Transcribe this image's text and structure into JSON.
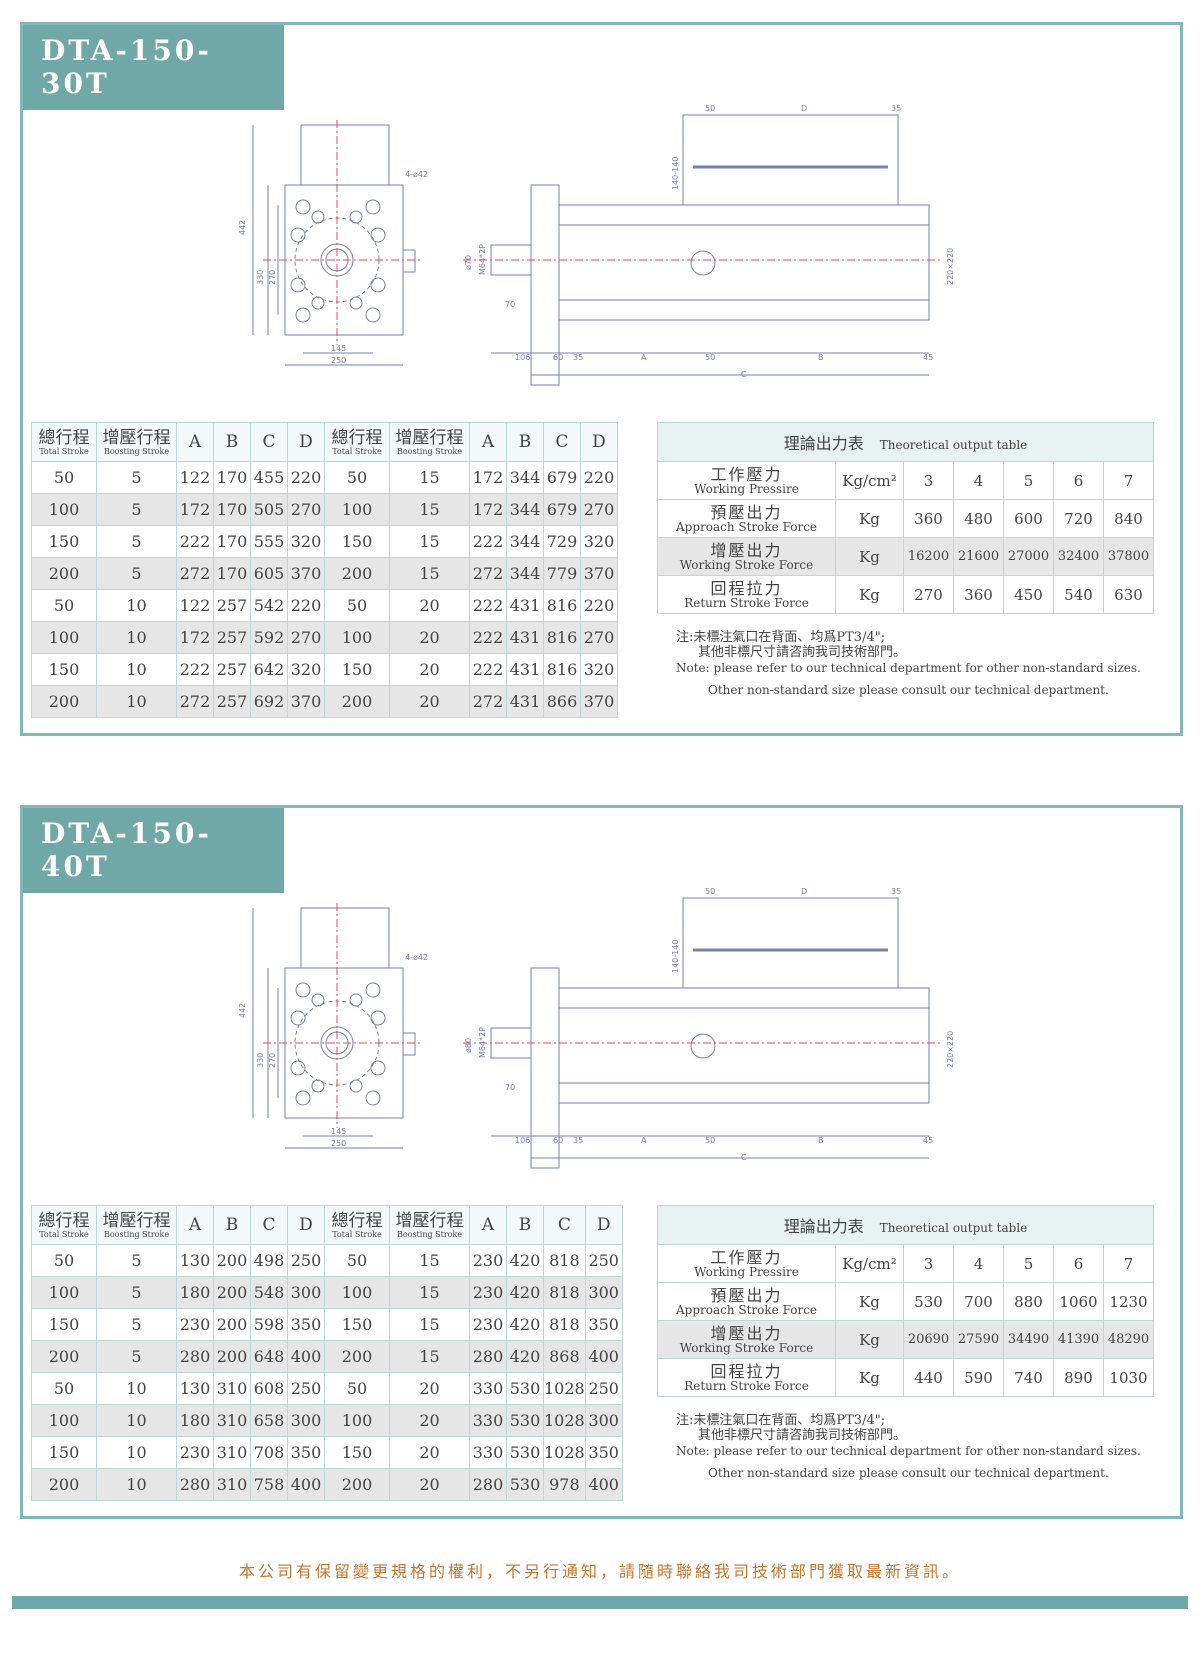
{
  "sections": [
    {
      "title": "DTA-150-30T",
      "drawing": {
        "dims": [
          "442",
          "330",
          "270",
          "145",
          "250",
          "4-ø42",
          "70",
          "ø70",
          "M64*2P",
          "106",
          "60",
          "35",
          "A",
          "50",
          "B",
          "45",
          "C",
          "50",
          "D",
          "35",
          "140-140",
          "220×220"
        ]
      },
      "dim_headers": {
        "ts_zh": "總行程",
        "ts_en": "Total Stroke",
        "bs_zh": "增壓行程",
        "bs_en": "Boosting Stroke",
        "a": "A",
        "b": "B",
        "c": "C",
        "d": "D"
      },
      "rows": [
        [
          "50",
          "5",
          "122",
          "170",
          "455",
          "220",
          "50",
          "15",
          "172",
          "344",
          "679",
          "220"
        ],
        [
          "100",
          "5",
          "172",
          "170",
          "505",
          "270",
          "100",
          "15",
          "172",
          "344",
          "679",
          "270"
        ],
        [
          "150",
          "5",
          "222",
          "170",
          "555",
          "320",
          "150",
          "15",
          "222",
          "344",
          "729",
          "320"
        ],
        [
          "200",
          "5",
          "272",
          "170",
          "605",
          "370",
          "200",
          "15",
          "272",
          "344",
          "779",
          "370"
        ],
        [
          "50",
          "10",
          "122",
          "257",
          "542",
          "220",
          "50",
          "20",
          "222",
          "431",
          "816",
          "220"
        ],
        [
          "100",
          "10",
          "172",
          "257",
          "592",
          "270",
          "100",
          "20",
          "222",
          "431",
          "816",
          "270"
        ],
        [
          "150",
          "10",
          "222",
          "257",
          "642",
          "320",
          "150",
          "20",
          "222",
          "431",
          "816",
          "320"
        ],
        [
          "200",
          "10",
          "272",
          "257",
          "692",
          "370",
          "200",
          "20",
          "272",
          "431",
          "866",
          "370"
        ]
      ],
      "output": {
        "title_zh": "理論出力表",
        "title_en": "Theoretical output table",
        "rows": [
          {
            "zh": "工作壓力",
            "en": "Working Pressire",
            "unit": "Kg/cm²",
            "vals": [
              "3",
              "4",
              "5",
              "6",
              "7"
            ]
          },
          {
            "zh": "預壓出力",
            "en": "Approach Stroke Force",
            "unit": "Kg",
            "vals": [
              "360",
              "480",
              "600",
              "720",
              "840"
            ]
          },
          {
            "zh": "增壓出力",
            "en": "Working Stroke Force",
            "unit": "Kg",
            "vals": [
              "16200",
              "21600",
              "27000",
              "32400",
              "37800"
            ]
          },
          {
            "zh": "回程拉力",
            "en": "Return Stroke Force",
            "unit": "Kg",
            "vals": [
              "270",
              "360",
              "450",
              "540",
              "630"
            ]
          }
        ]
      },
      "note": {
        "l1": "注:未標注氣口在背面、均爲PT3/4\";",
        "l2": "其他非標尺寸請咨詢我司技術部門。",
        "l3": "Note: please refer to our technical department for other non-standard sizes.",
        "l4": "Other non-standard size please consult our technical department."
      }
    },
    {
      "title": "DTA-150-40T",
      "drawing": {
        "dims": [
          "442",
          "330",
          "270",
          "145",
          "250",
          "4-ø42",
          "70",
          "ø80",
          "M64*2P",
          "106",
          "60",
          "35",
          "A",
          "50",
          "B",
          "45",
          "C",
          "50",
          "D",
          "35",
          "140-140",
          "220×220"
        ]
      },
      "dim_headers": {
        "ts_zh": "總行程",
        "ts_en": "Total Stroke",
        "bs_zh": "增壓行程",
        "bs_en": "Boosting Stroke",
        "a": "A",
        "b": "B",
        "c": "C",
        "d": "D"
      },
      "rows": [
        [
          "50",
          "5",
          "130",
          "200",
          "498",
          "250",
          "50",
          "15",
          "230",
          "420",
          "818",
          "250"
        ],
        [
          "100",
          "5",
          "180",
          "200",
          "548",
          "300",
          "100",
          "15",
          "230",
          "420",
          "818",
          "300"
        ],
        [
          "150",
          "5",
          "230",
          "200",
          "598",
          "350",
          "150",
          "15",
          "230",
          "420",
          "818",
          "350"
        ],
        [
          "200",
          "5",
          "280",
          "200",
          "648",
          "400",
          "200",
          "15",
          "280",
          "420",
          "868",
          "400"
        ],
        [
          "50",
          "10",
          "130",
          "310",
          "608",
          "250",
          "50",
          "20",
          "330",
          "530",
          "1028",
          "250"
        ],
        [
          "100",
          "10",
          "180",
          "310",
          "658",
          "300",
          "100",
          "20",
          "330",
          "530",
          "1028",
          "300"
        ],
        [
          "150",
          "10",
          "230",
          "310",
          "708",
          "350",
          "150",
          "20",
          "330",
          "530",
          "1028",
          "350"
        ],
        [
          "200",
          "10",
          "280",
          "310",
          "758",
          "400",
          "200",
          "20",
          "280",
          "530",
          "978",
          "400"
        ]
      ],
      "output": {
        "title_zh": "理論出力表",
        "title_en": "Theoretical output table",
        "rows": [
          {
            "zh": "工作壓力",
            "en": "Working Pressire",
            "unit": "Kg/cm²",
            "vals": [
              "3",
              "4",
              "5",
              "6",
              "7"
            ]
          },
          {
            "zh": "預壓出力",
            "en": "Approach Stroke Force",
            "unit": "Kg",
            "vals": [
              "530",
              "700",
              "880",
              "1060",
              "1230"
            ]
          },
          {
            "zh": "增壓出力",
            "en": "Working Stroke Force",
            "unit": "Kg",
            "vals": [
              "20690",
              "27590",
              "34490",
              "41390",
              "48290"
            ]
          },
          {
            "zh": "回程拉力",
            "en": "Return Stroke Force",
            "unit": "Kg",
            "vals": [
              "440",
              "590",
              "740",
              "890",
              "1030"
            ]
          }
        ]
      },
      "note": {
        "l1": "注:未標注氣口在背面、均爲PT3/4\";",
        "l2": "其他非標尺寸請咨詢我司技術部門。",
        "l3": "Note: please refer to our technical department for other non-standard sizes.",
        "l4": "Other non-standard size please consult our technical department."
      }
    }
  ],
  "footer": "本公司有保留變更規格的權利，不另行通知，請隨時聯絡我司技術部門獲取最新資訊。"
}
